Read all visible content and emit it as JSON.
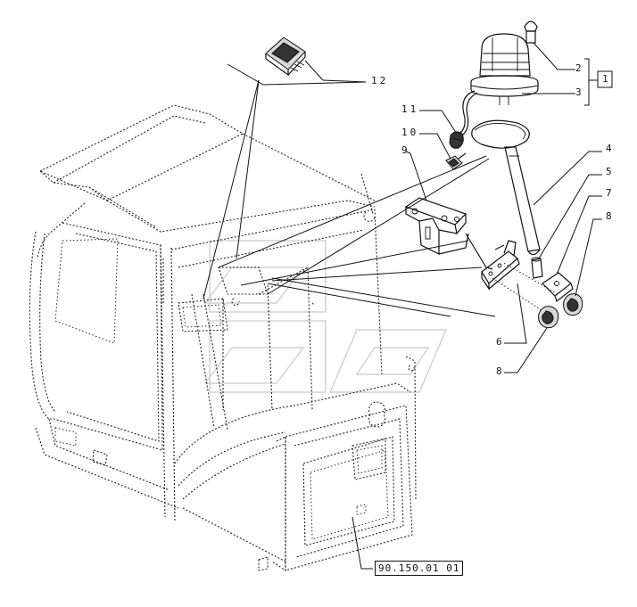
{
  "callouts": [
    {
      "id": "c1",
      "text": "1"
    },
    {
      "id": "c2",
      "text": "2"
    },
    {
      "id": "c3",
      "text": "3"
    },
    {
      "id": "c4",
      "text": "4"
    },
    {
      "id": "c5",
      "text": "5"
    },
    {
      "id": "c6",
      "text": "6"
    },
    {
      "id": "c7",
      "text": "7"
    },
    {
      "id": "c8a",
      "text": "8"
    },
    {
      "id": "c8b",
      "text": "8"
    },
    {
      "id": "c9",
      "text": "9"
    },
    {
      "id": "c10",
      "text": "10"
    },
    {
      "id": "c11",
      "text": "11"
    },
    {
      "id": "c12",
      "text": "12"
    }
  ],
  "reference": "90.150.01 01",
  "colors": {
    "line": "#111111",
    "watermark": "#cfcfcf"
  }
}
